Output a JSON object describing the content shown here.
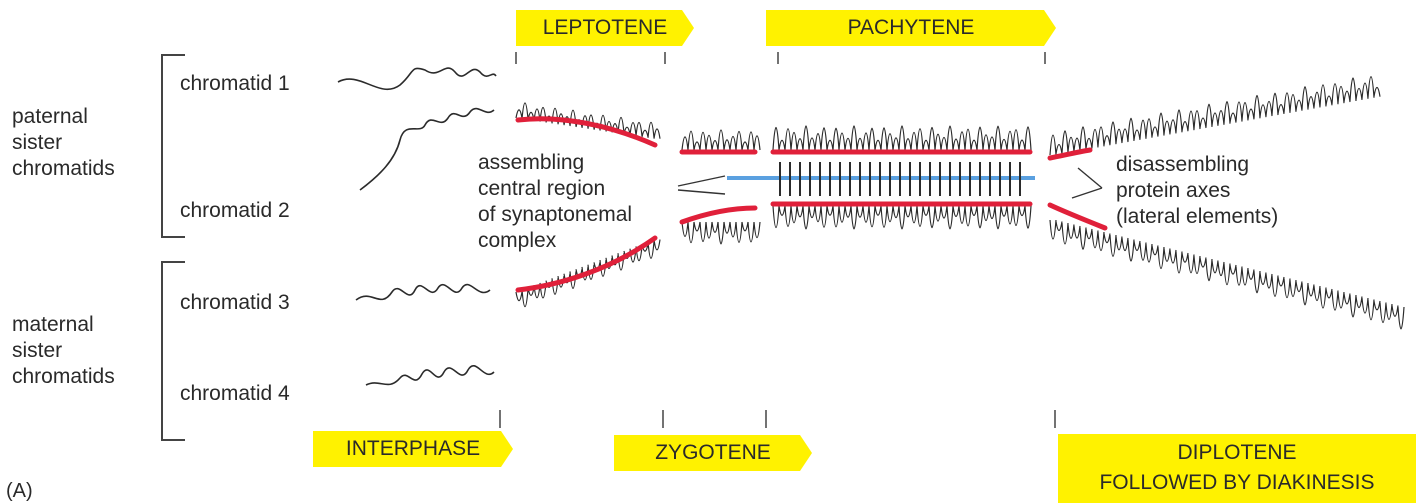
{
  "figure_label": "(A)",
  "groups": {
    "paternal": [
      "paternal",
      "sister",
      "chromatids"
    ],
    "maternal": [
      "maternal",
      "sister",
      "chromatids"
    ]
  },
  "chromatids": [
    "chromatid 1",
    "chromatid 2",
    "chromatid 3",
    "chromatid 4"
  ],
  "stages": {
    "leptotene": "LEPTOTENE",
    "pachytene": "PACHYTENE",
    "interphase": "INTERPHASE",
    "zygotene": "ZYGOTENE",
    "diplotene_line1": "DIPLOTENE",
    "diplotene_line2": "FOLLOWED BY DIAKINESIS"
  },
  "annotations": {
    "assembling": [
      "assembling",
      "central region",
      "of synaptonemal",
      "complex"
    ],
    "disassembling": [
      "disassembling",
      "protein axes",
      "(lateral elements)"
    ]
  },
  "colors": {
    "stage_fill": "#fff200",
    "axis_red": "#e0203a",
    "central_blue": "#5aa0e0",
    "loops": "#2b2b2b"
  }
}
